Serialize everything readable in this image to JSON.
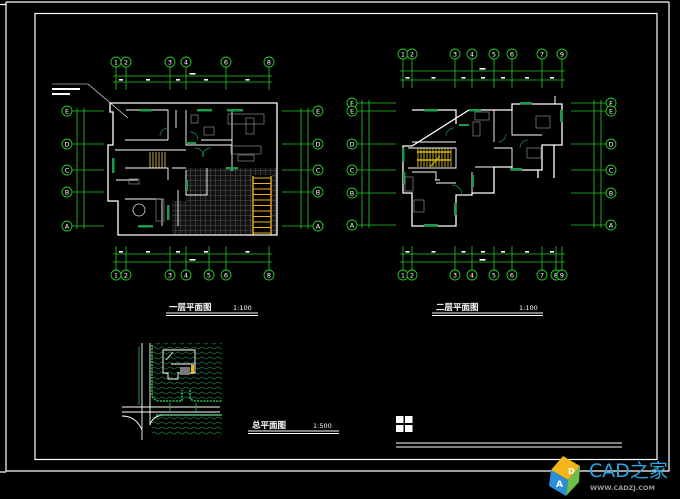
{
  "colors": {
    "background": "#000000",
    "frame": "#ffffff",
    "grid": "#22cc22",
    "window": "#1a9a4a",
    "stair": "#f0b020",
    "hatch": "#777777",
    "logo_blue": "#2aa7e0",
    "logo_gray": "#9a9a9a"
  },
  "plan1": {
    "title": "一层平面图",
    "scale": "1:100",
    "axes_top": [
      "1",
      "2",
      "3",
      "4",
      "6",
      "8"
    ],
    "axes_bottom": [
      "1",
      "2",
      "3",
      "4",
      "5",
      "6",
      "8"
    ],
    "axes_left": [
      "E",
      "D",
      "C",
      "B",
      "A"
    ],
    "axes_right": [
      "E",
      "D",
      "C",
      "B",
      "A"
    ]
  },
  "plan2": {
    "title": "二层平面图",
    "scale": "1:100",
    "axes_top": [
      "1",
      "2",
      "3",
      "4",
      "5",
      "6",
      "7",
      "9"
    ],
    "axes_bottom": [
      "1",
      "2",
      "3",
      "4",
      "5",
      "6",
      "7",
      "8",
      "9"
    ],
    "axes_left": [
      "F",
      "E",
      "D",
      "C",
      "B",
      "A"
    ],
    "axes_right": [
      "F",
      "E",
      "D",
      "C",
      "B",
      "A"
    ]
  },
  "site": {
    "title": "总平面图",
    "scale": "1:500"
  },
  "logo": {
    "name": "CAD之家",
    "url": "WWW.CADZJ.COM",
    "cube_letters": [
      "A",
      "D"
    ]
  }
}
